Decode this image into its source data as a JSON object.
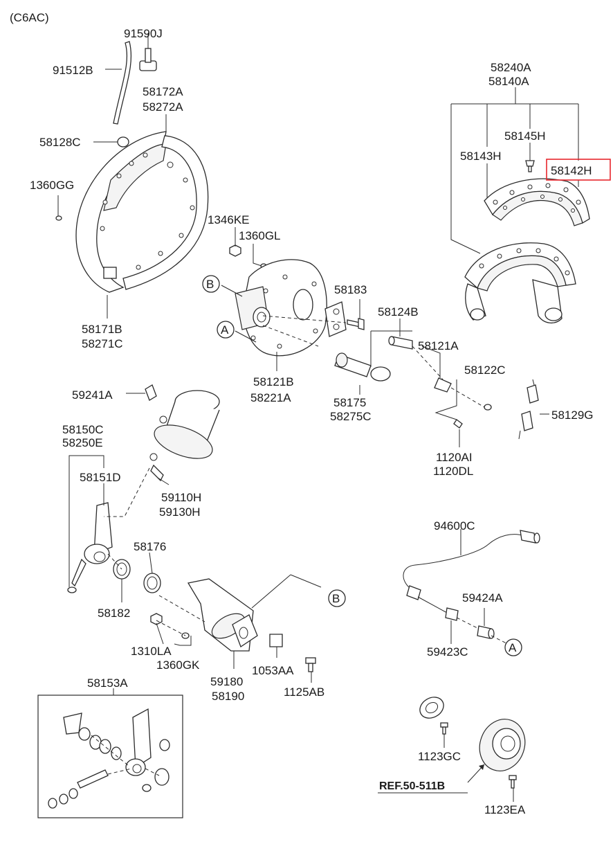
{
  "diagram": {
    "model_code": "(C6AC)",
    "parts": {
      "p91590J": "91590J",
      "p91512B": "91512B",
      "p58172A": "58172A",
      "p58272A": "58272A",
      "p58128C": "58128C",
      "p1360GG": "1360GG",
      "p58171B": "58171B",
      "p58271C": "58271C",
      "p1346KE": "1346KE",
      "p1360GL": "1360GL",
      "p58183": "58183",
      "p58124B": "58124B",
      "p58121A": "58121A",
      "p58121B": "58121B",
      "p58221A": "58221A",
      "p58175": "58175",
      "p58275C": "58275C",
      "p58122C": "58122C",
      "p58129G": "58129G",
      "p1120AI": "1120AI",
      "p1120DL": "1120DL",
      "p58240A": "58240A",
      "p58140A": "58140A",
      "p58145H": "58145H",
      "p58143H": "58143H",
      "p58142H": "58142H",
      "p59241A": "59241A",
      "p58150C": "58150C",
      "p58250E": "58250E",
      "p58151D": "58151D",
      "p59110H": "59110H",
      "p59130H": "59130H",
      "p58176": "58176",
      "p58182": "58182",
      "p1310LA": "1310LA",
      "p1360GK": "1360GK",
      "p59180": "59180",
      "p58190": "58190",
      "p1053AA": "1053AA",
      "p1125AB": "1125AB",
      "p94600C": "94600C",
      "p59424A": "59424A",
      "p59423C": "59423C",
      "p58153A": "58153A",
      "p1123GC": "1123GC",
      "p1123EA": "1123EA"
    },
    "references": {
      "ref_a": "A",
      "ref_b": "B",
      "ref_link": "REF.50-511B"
    },
    "highlight_color": "#e8262c"
  }
}
